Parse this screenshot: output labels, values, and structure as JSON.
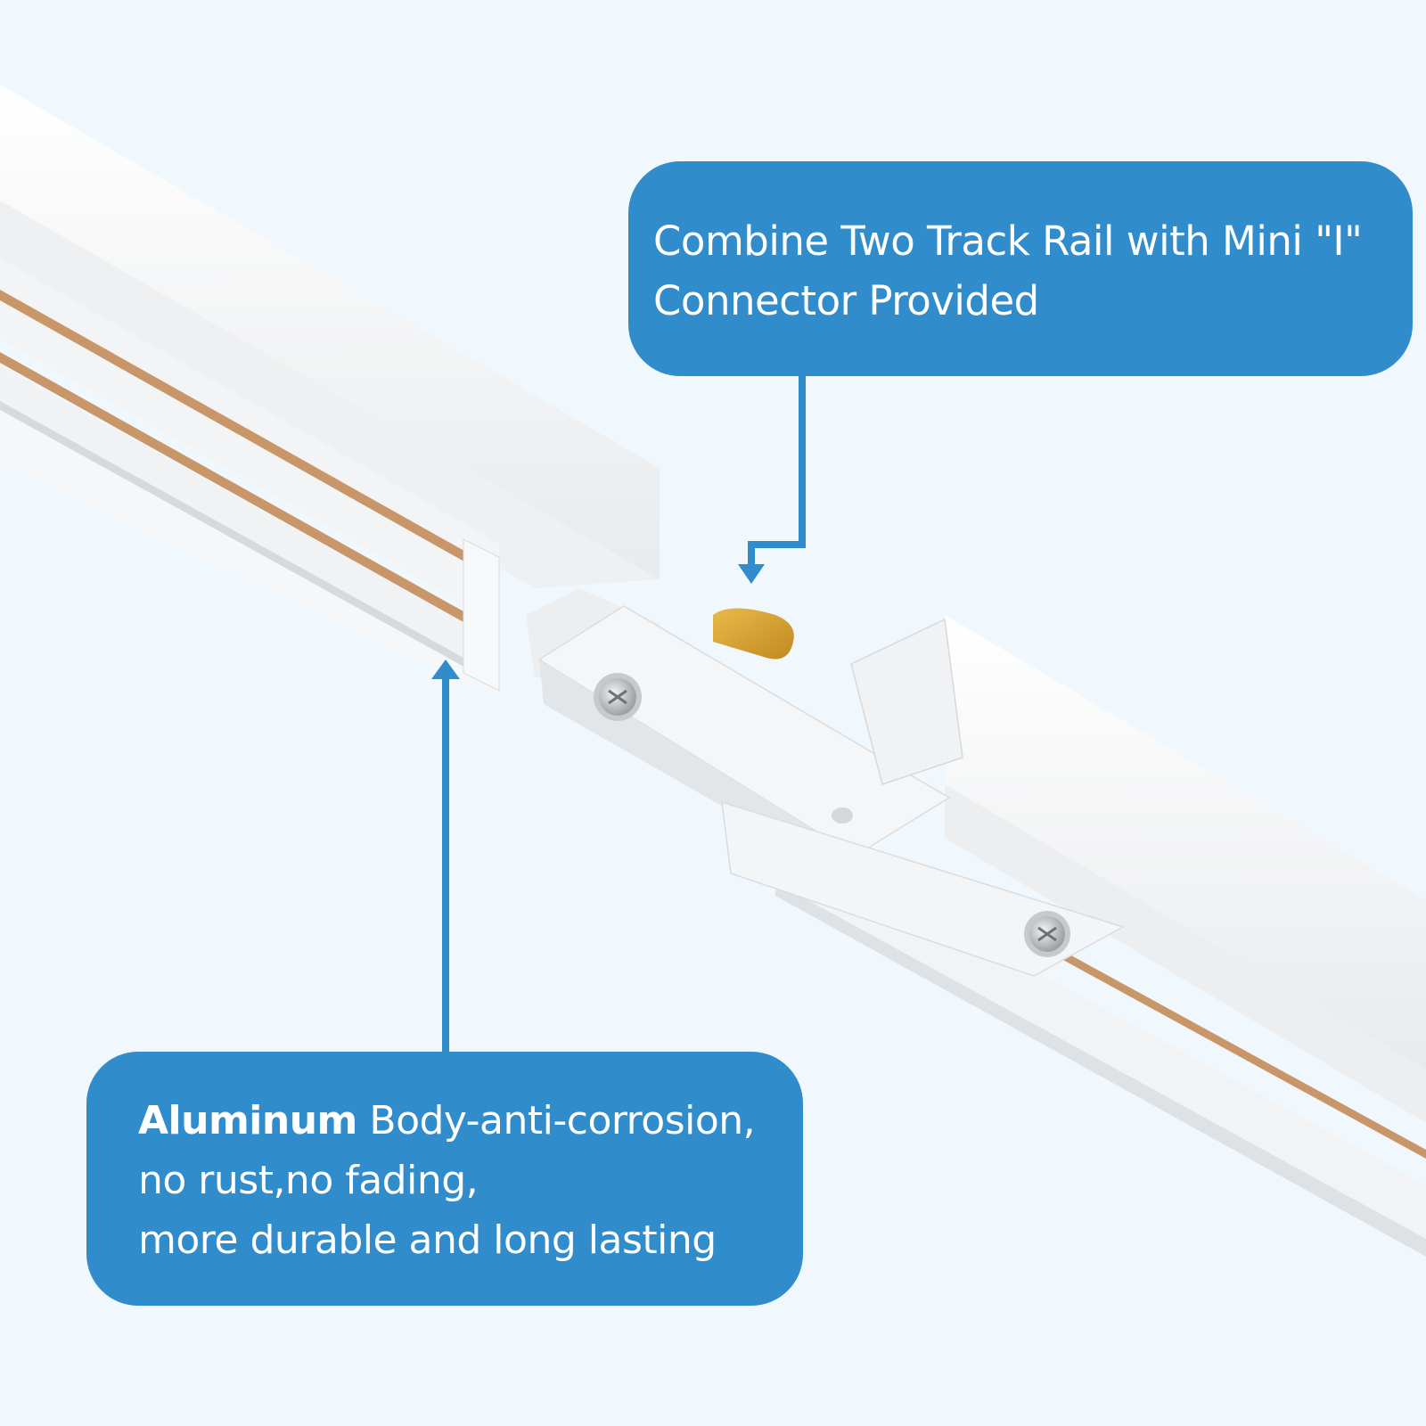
{
  "product": {
    "name": "Track rail with mini I connector",
    "colors": {
      "background": "#f1f8fd",
      "callout": "#318ccb",
      "callout_text": "#ffffff",
      "rail": "#f4f5f6",
      "rail_shadow": "#d7dadd",
      "copper": "#c9966a",
      "knob": "#d9a634",
      "screw": "#b8bcc0"
    }
  },
  "callouts": {
    "top": {
      "lines": [
        "Combine Two Track Rail with Mini \"I\"",
        "Connector Provided"
      ]
    },
    "bottom": {
      "bold": "Aluminum",
      "line1_rest": " Body-anti-corrosion,",
      "line2": "no rust,no fading,",
      "line3": "more durable and long lasting"
    }
  },
  "icons": {
    "top_arrow": "arrow-down-icon",
    "bottom_arrow": "arrow-up-icon",
    "screw_left": "screw-icon",
    "screw_right": "screw-icon"
  }
}
